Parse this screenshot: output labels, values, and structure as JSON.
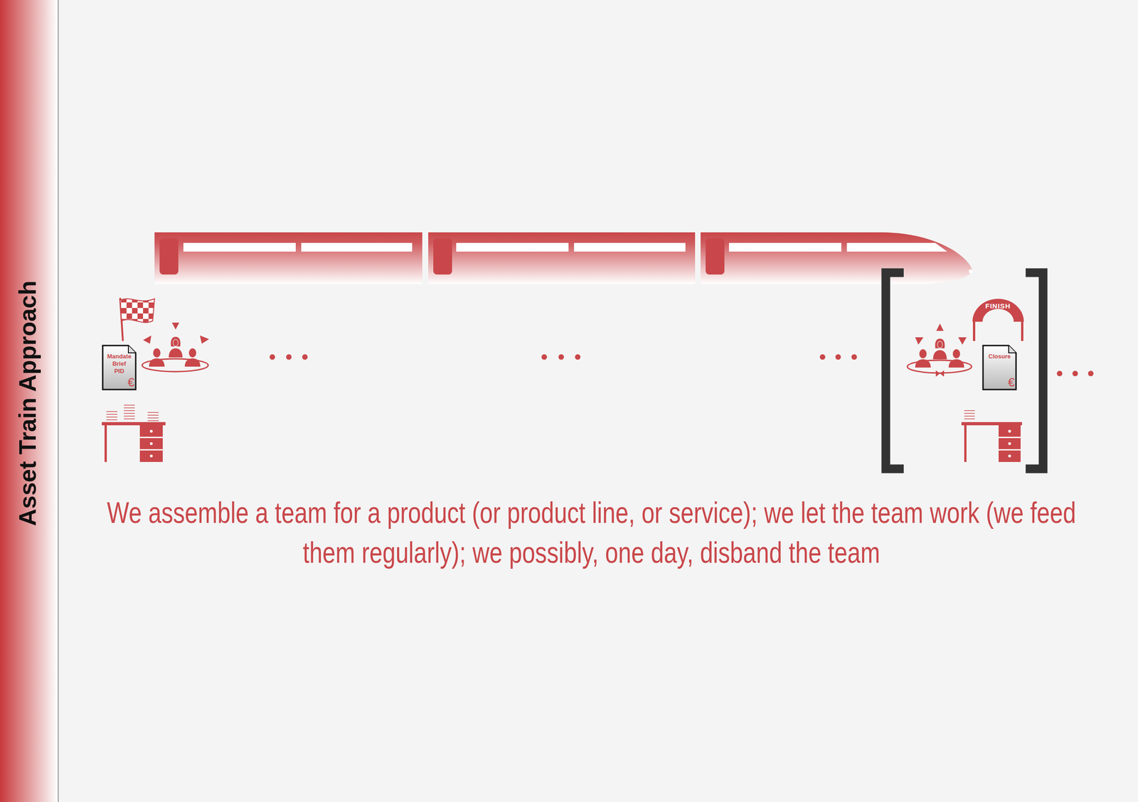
{
  "diagram": {
    "title": "Asset Train Approach",
    "caption": "We assemble a team for a product (or product line, or service); we let the team work (we feed them regularly); we possibly, one day, disband the team",
    "nodes": [
      {
        "text": [
          "Mandate Brief PID",
          "€"
        ]
      },
      {
        "text": [
          "Closure",
          "€"
        ]
      }
    ],
    "labels": [
      "FINISH"
    ]
  }
}
